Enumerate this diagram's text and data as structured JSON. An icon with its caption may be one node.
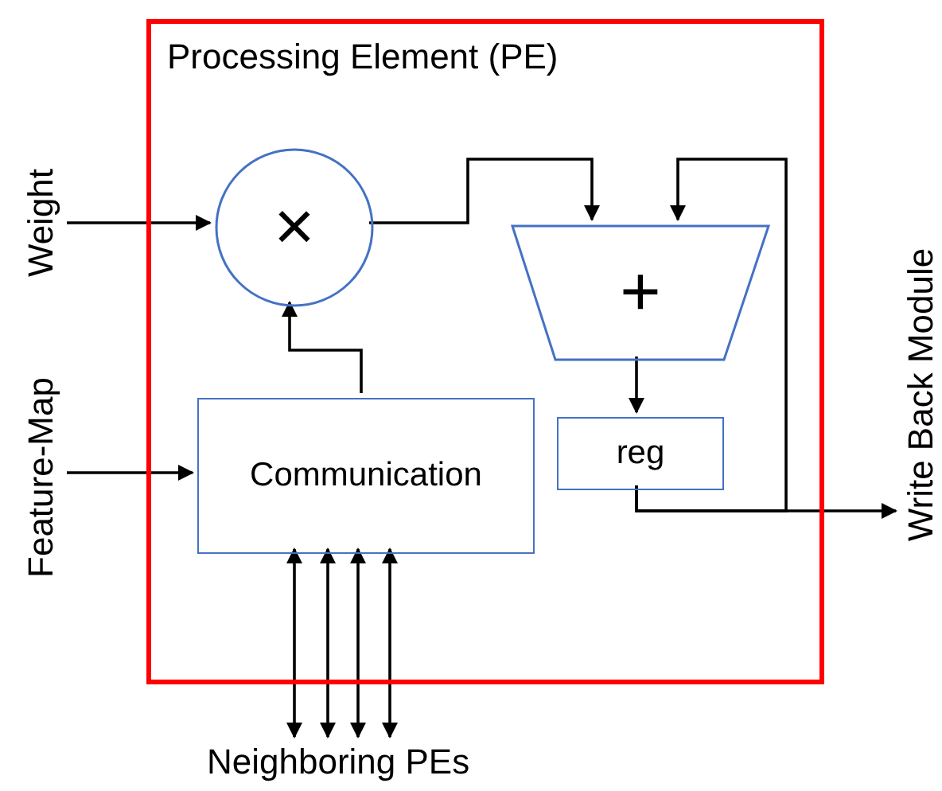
{
  "diagram": {
    "nodes": [
      {
        "text": [
          "Processing Element (PE)"
        ]
      },
      {
        "text": [
          "×"
        ],
        "in": 0
      },
      {
        "text": [
          "+"
        ],
        "in": 0
      },
      {
        "text": [
          "Communication"
        ],
        "in": 0
      },
      {
        "text": [
          "reg"
        ],
        "in": 0
      },
      {
        "text": [
          "Weight"
        ]
      },
      {
        "text": [
          "Feature-Map"
        ]
      },
      {
        "text": [
          "Write Back Module"
        ]
      },
      {
        "text": [
          "Neighboring PEs"
        ]
      }
    ],
    "edges": [
      {
        "from": 5,
        "to": 1,
        "arrow": "to"
      },
      {
        "from": 6,
        "to": 3,
        "arrow": "to"
      },
      {
        "from": 3,
        "to": 1,
        "arrow": "to"
      },
      {
        "from": 1,
        "to": 2,
        "arrow": "to"
      },
      {
        "from": 2,
        "to": 4,
        "arrow": "to"
      },
      {
        "from": 4,
        "to": 7,
        "arrow": "to"
      },
      {
        "from": 4,
        "to": 2,
        "arrow": "to"
      },
      {
        "from": 3,
        "to": 8,
        "arrow": "both"
      },
      {
        "from": 3,
        "to": 8,
        "arrow": "both"
      },
      {
        "from": 3,
        "to": 8,
        "arrow": "both"
      },
      {
        "from": 3,
        "to": 8,
        "arrow": "both"
      }
    ]
  }
}
